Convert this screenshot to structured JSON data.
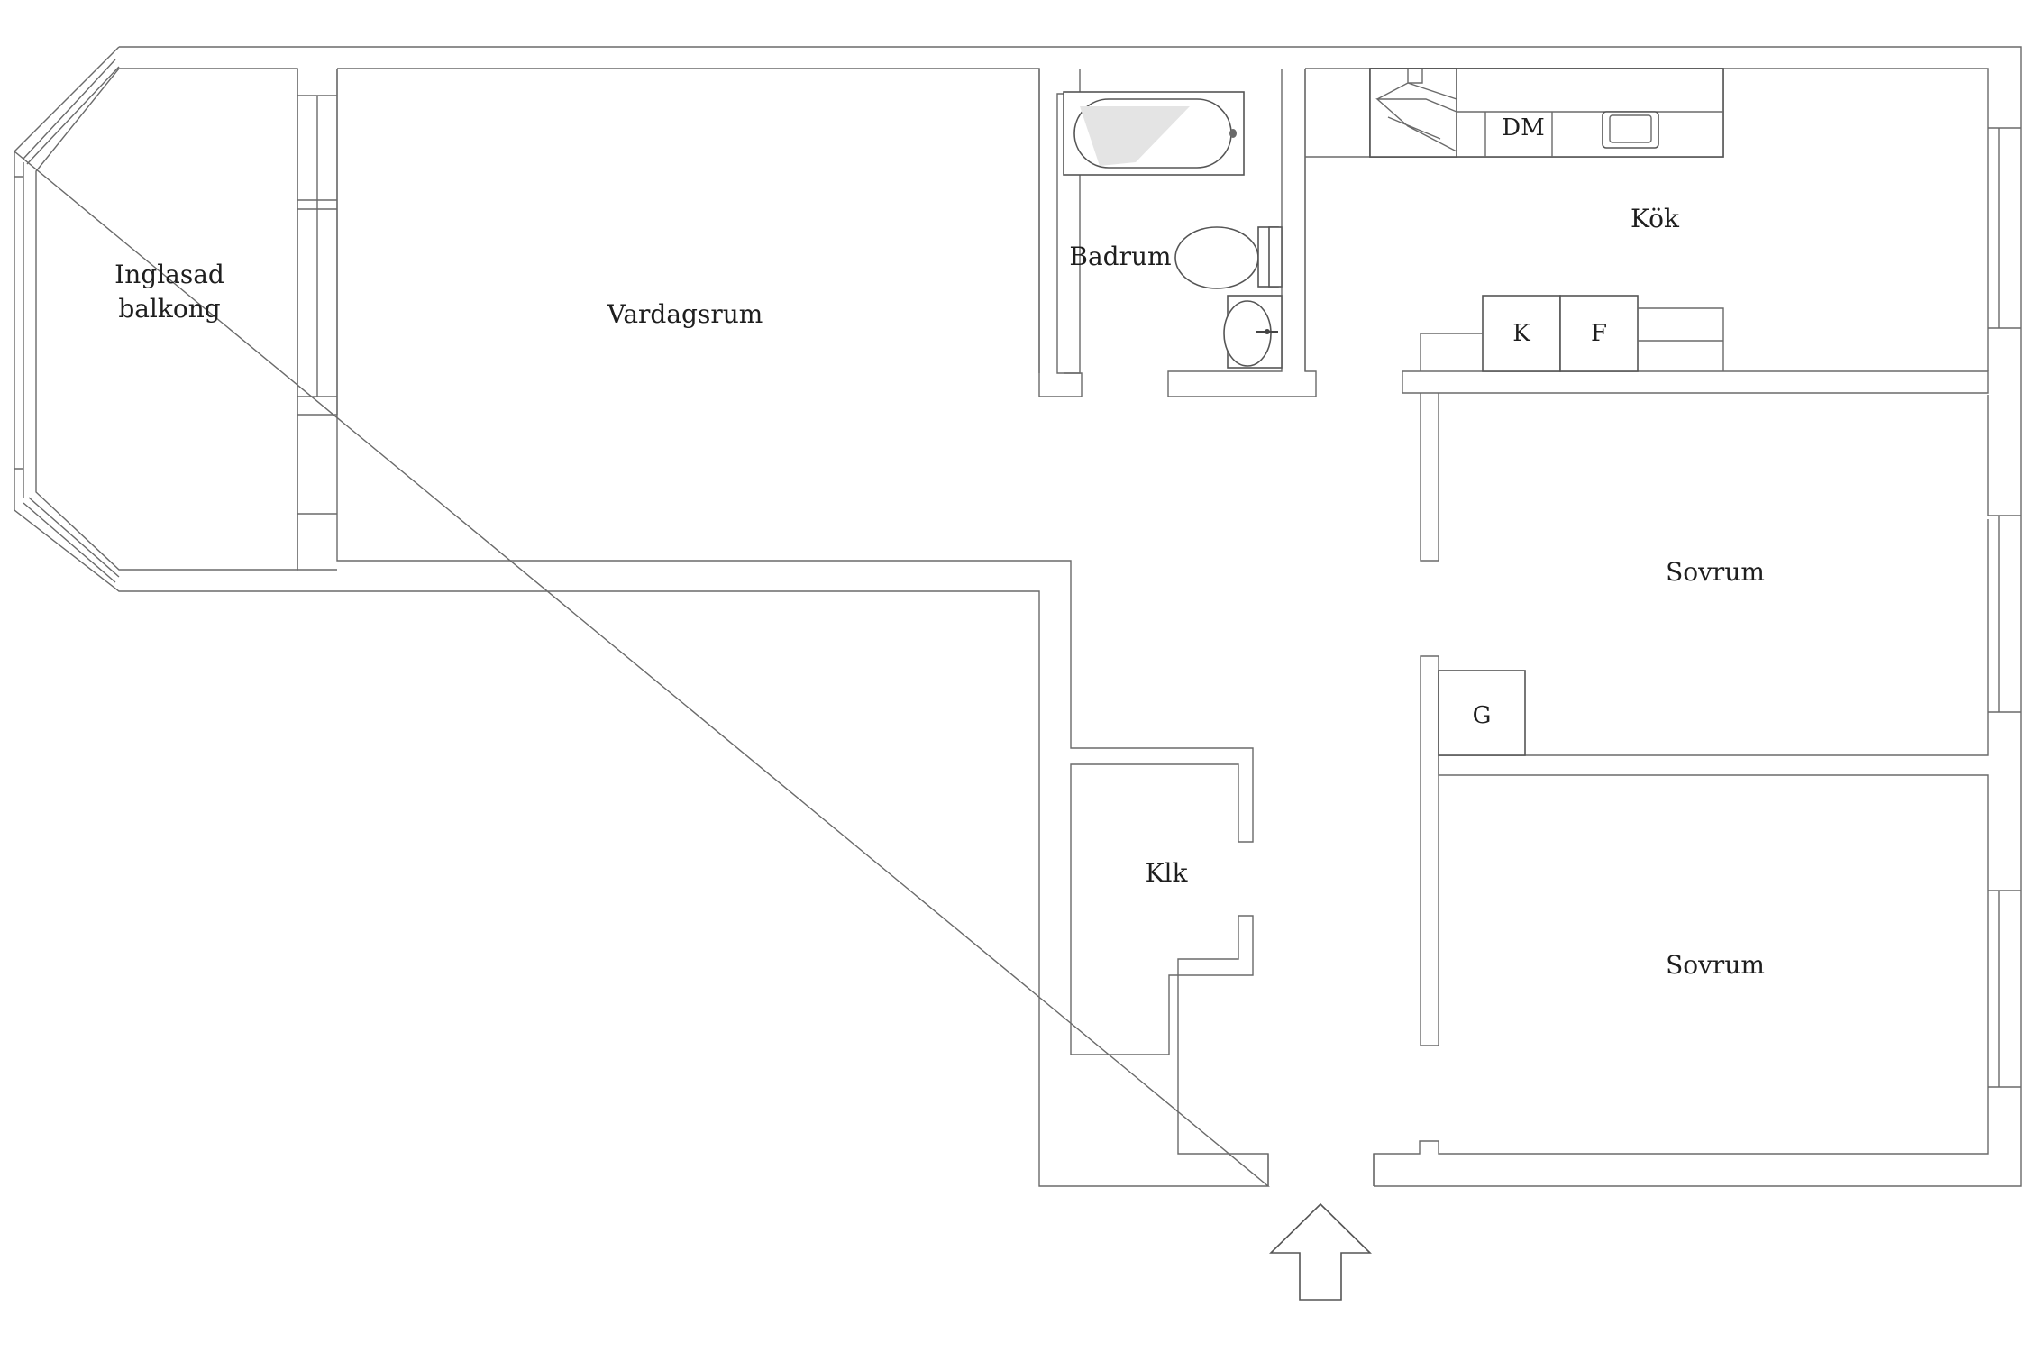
{
  "rooms": {
    "balcony_line1": "Inglasad",
    "balcony_line2": "balkong",
    "living": "Vardagsrum",
    "bathroom": "Badrum",
    "kitchen": "Kök",
    "bedroom_1": "Sovrum",
    "bedroom_2": "Sovrum",
    "closet": "Klk"
  },
  "fixtures": {
    "dishwasher": "DM",
    "fridge": "K",
    "freezer": "F",
    "wardrobe": "G"
  },
  "icons": {
    "entrance": "entrance-arrow-icon",
    "bathtub": "bathtub-icon",
    "toilet": "toilet-icon",
    "sink": "sink-icon",
    "stove": "stove-icon",
    "kitchen_sink": "kitchen-sink-icon"
  },
  "colors": {
    "wall_stroke": "#5a5a5a",
    "label": "#1e1e1e",
    "background": "#ffffff"
  }
}
